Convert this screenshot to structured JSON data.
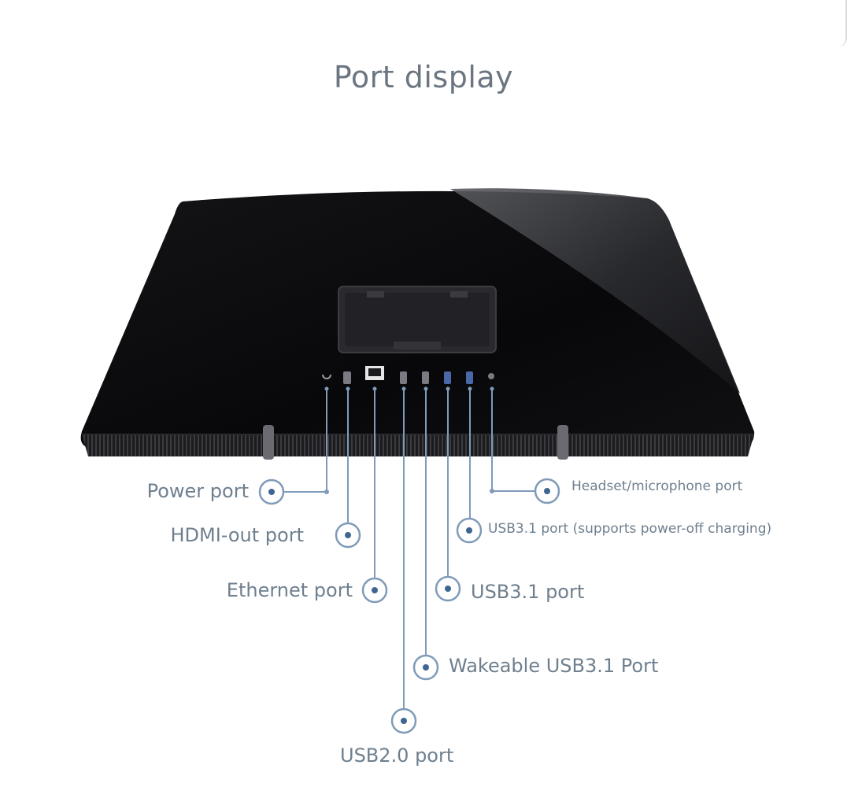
{
  "title": "Port display",
  "labels": {
    "power": "Power port",
    "hdmi": "HDMI-out port",
    "ethernet": "Ethernet port",
    "usb20": "USB2.0 port",
    "wake_usb31": "Wakeable USB3.1 Port",
    "usb31": "USB3.1 port",
    "usb31_charge": "USB3.1 port (supports power-off charging)",
    "headset": "Headset/microphone port"
  },
  "colors": {
    "callout_line": "#7f9bb8",
    "callout_dot": "#3f6690",
    "label_text": "#6e7f8e",
    "monitor_body": "#0b0b0d"
  }
}
